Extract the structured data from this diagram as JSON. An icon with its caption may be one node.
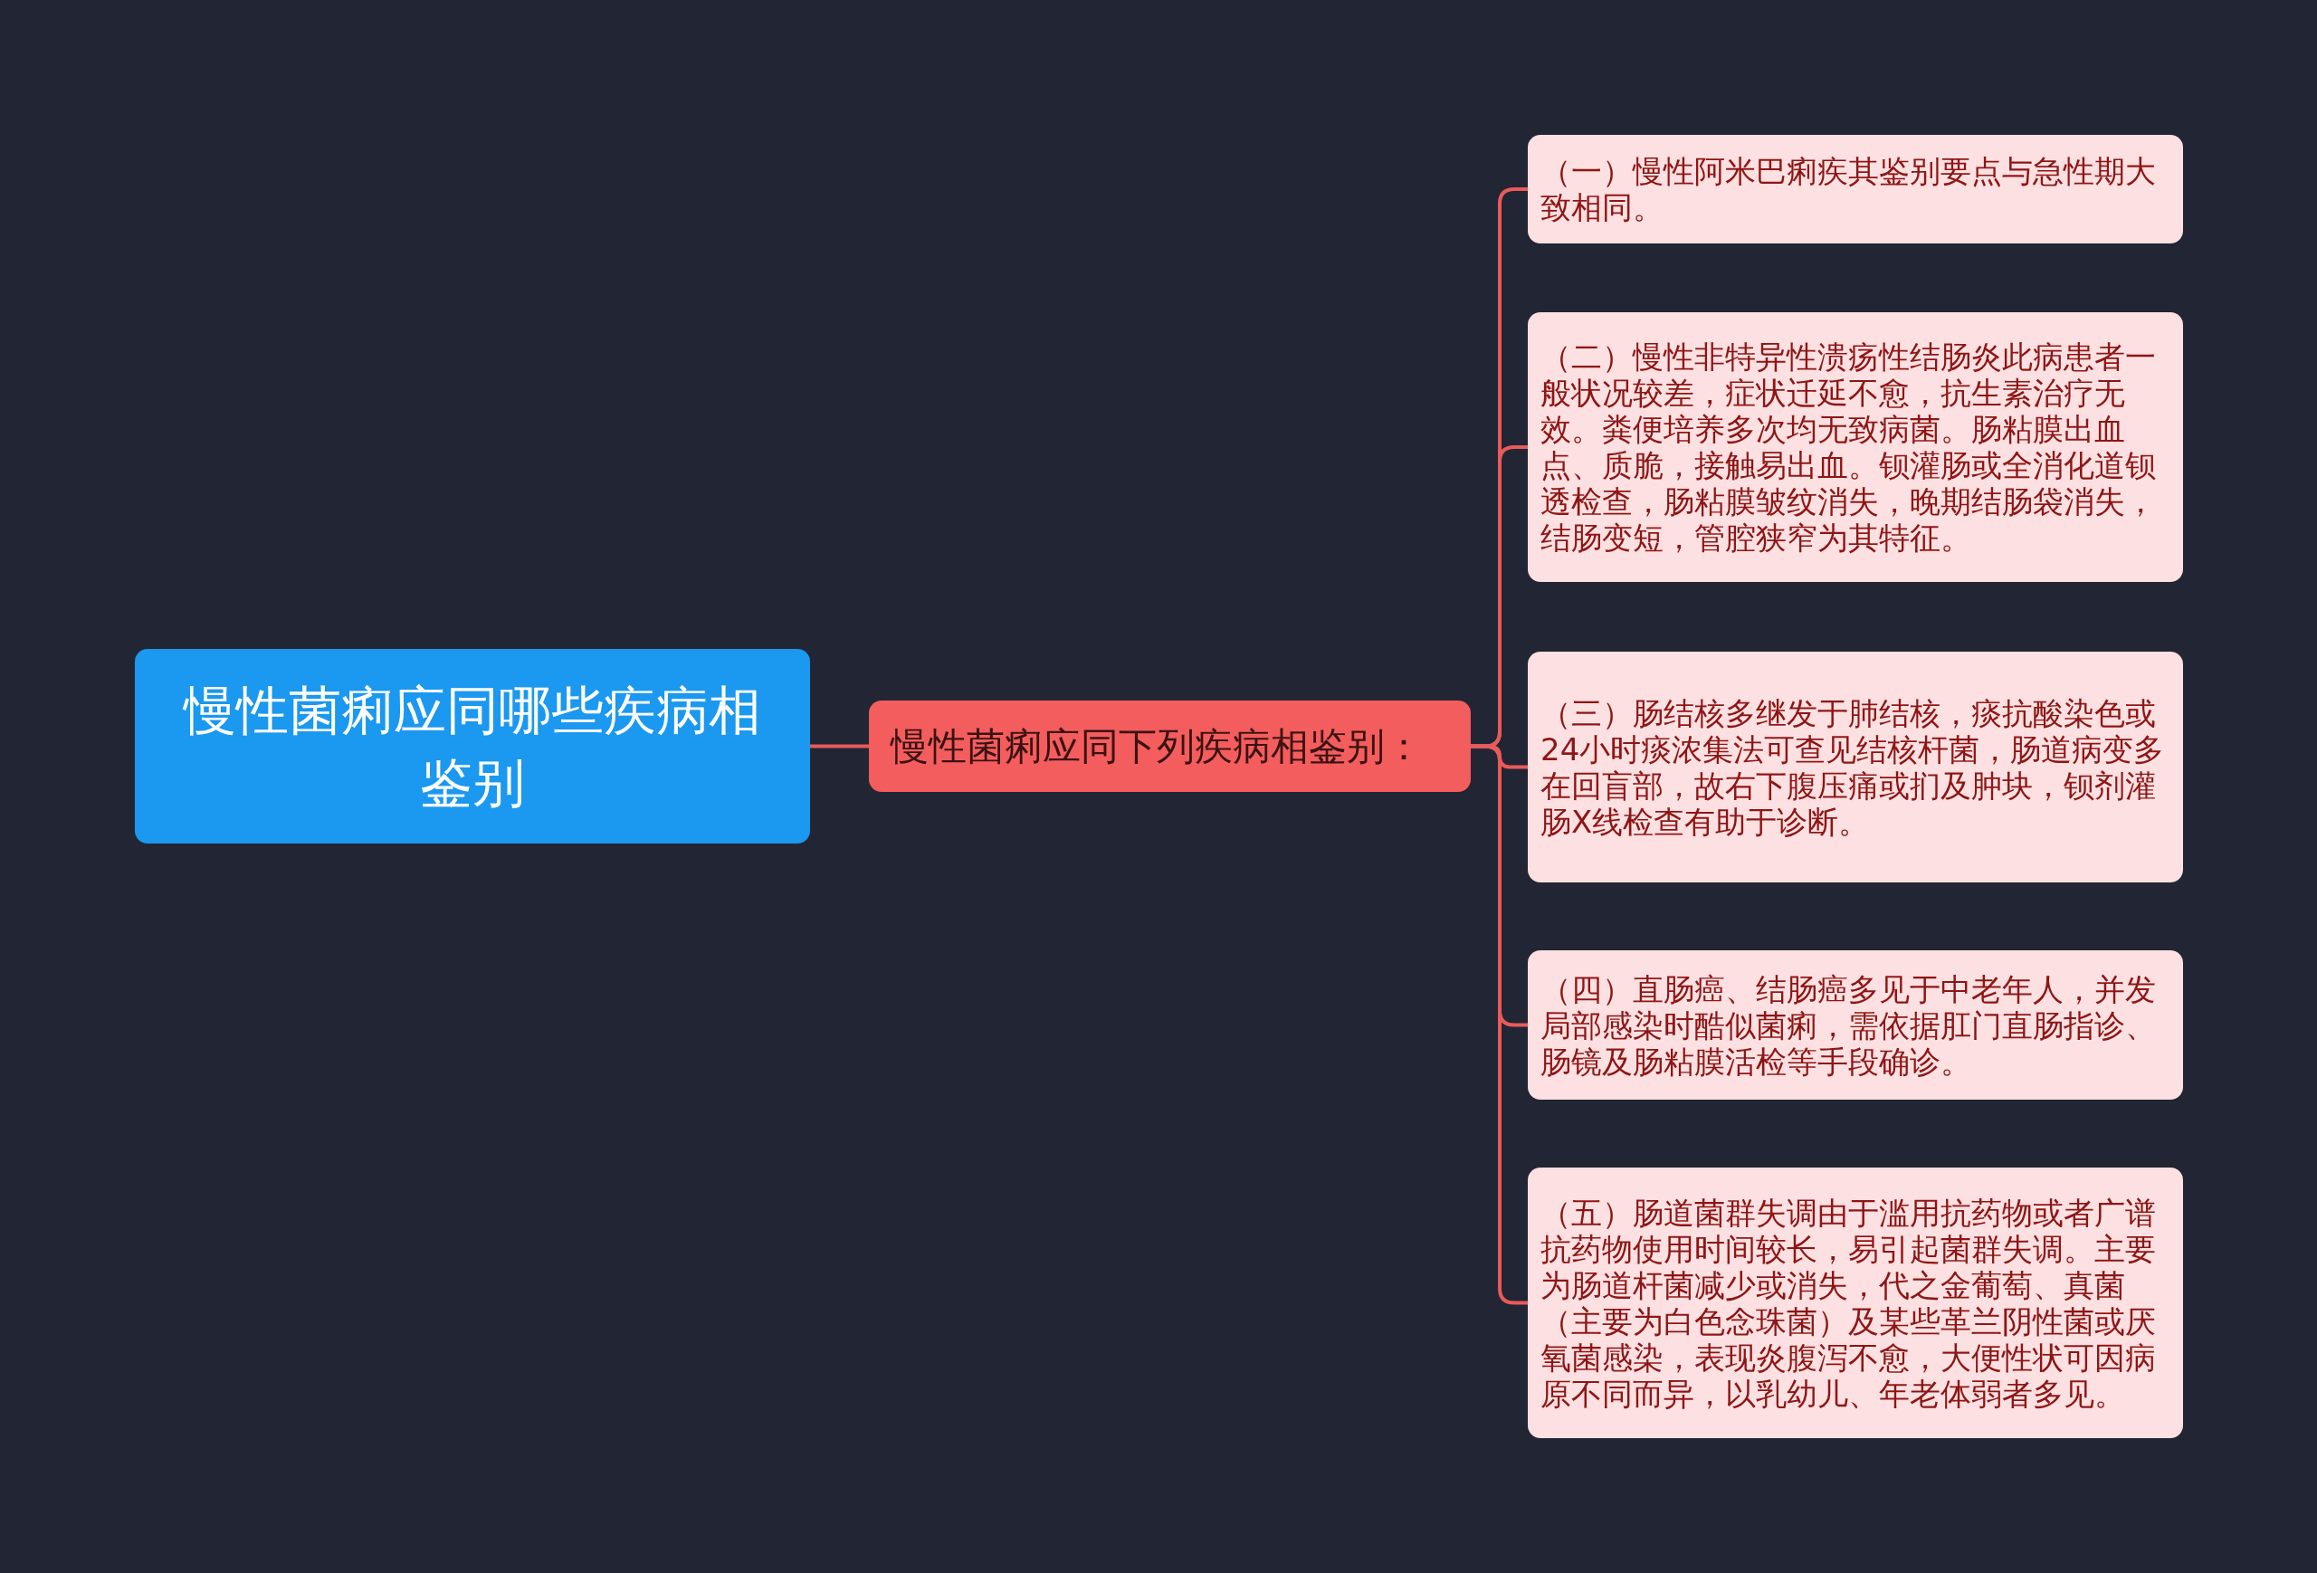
{
  "diagram": {
    "nodes": [
      {
        "text": [
          "慢性菌痢应同哪些疾病相鉴别"
        ]
      },
      {
        "text": [
          "慢性菌痢应同下列疾病相鉴别："
        ]
      },
      {
        "text": [
          "（一）慢性阿米巴痢疾其鉴别要点与急性期大致相同。"
        ]
      },
      {
        "text": [
          "（二）慢性非特异性溃疡性结肠炎此病患者一般状况较差，症状迁延不愈，抗生素治疗无效。粪便培养多次均无致病菌。肠粘膜出血点、质脆，接触易出血。钡灌肠或全消化道钡透检查，肠粘膜皱纹消失，晚期结肠袋消失，结肠变短，管腔狭窄为其特征。"
        ]
      },
      {
        "text": [
          "（三）肠结核多继发于肺结核，痰抗酸染色或24小时痰浓集法可查见结核杆菌，肠道病变多在回盲部，故右下腹压痛或扪及肿块，钡剂灌肠X线检查有助于诊断。"
        ]
      },
      {
        "text": [
          "（四）直肠癌、结肠癌多见于中老年人，并发局部感染时酷似菌痢，需依据肛门直肠指诊、肠镜及肠粘膜活检等手段确诊。"
        ]
      },
      {
        "text": [
          "（五）肠道菌群失调由于滥用抗药物或者广谱抗药物使用时间较长，易引起菌群失调。主要为肠道杆菌减少或消失，代之金葡萄、真菌（主要为白色念珠菌）及某些革兰阴性菌或厌氧菌感染，表现炎腹泻不愈，大便性状可因病原不同而异，以乳幼儿、年老体弱者多见。"
        ]
      }
    ],
    "edges": [
      {
        "from": 0,
        "to": 1,
        "arrow": "none"
      },
      {
        "from": 1,
        "to": 2,
        "arrow": "none"
      },
      {
        "from": 1,
        "to": 3,
        "arrow": "none"
      },
      {
        "from": 1,
        "to": 4,
        "arrow": "none"
      },
      {
        "from": 1,
        "to": 5,
        "arrow": "none"
      },
      {
        "from": 1,
        "to": 6,
        "arrow": "none"
      }
    ]
  }
}
